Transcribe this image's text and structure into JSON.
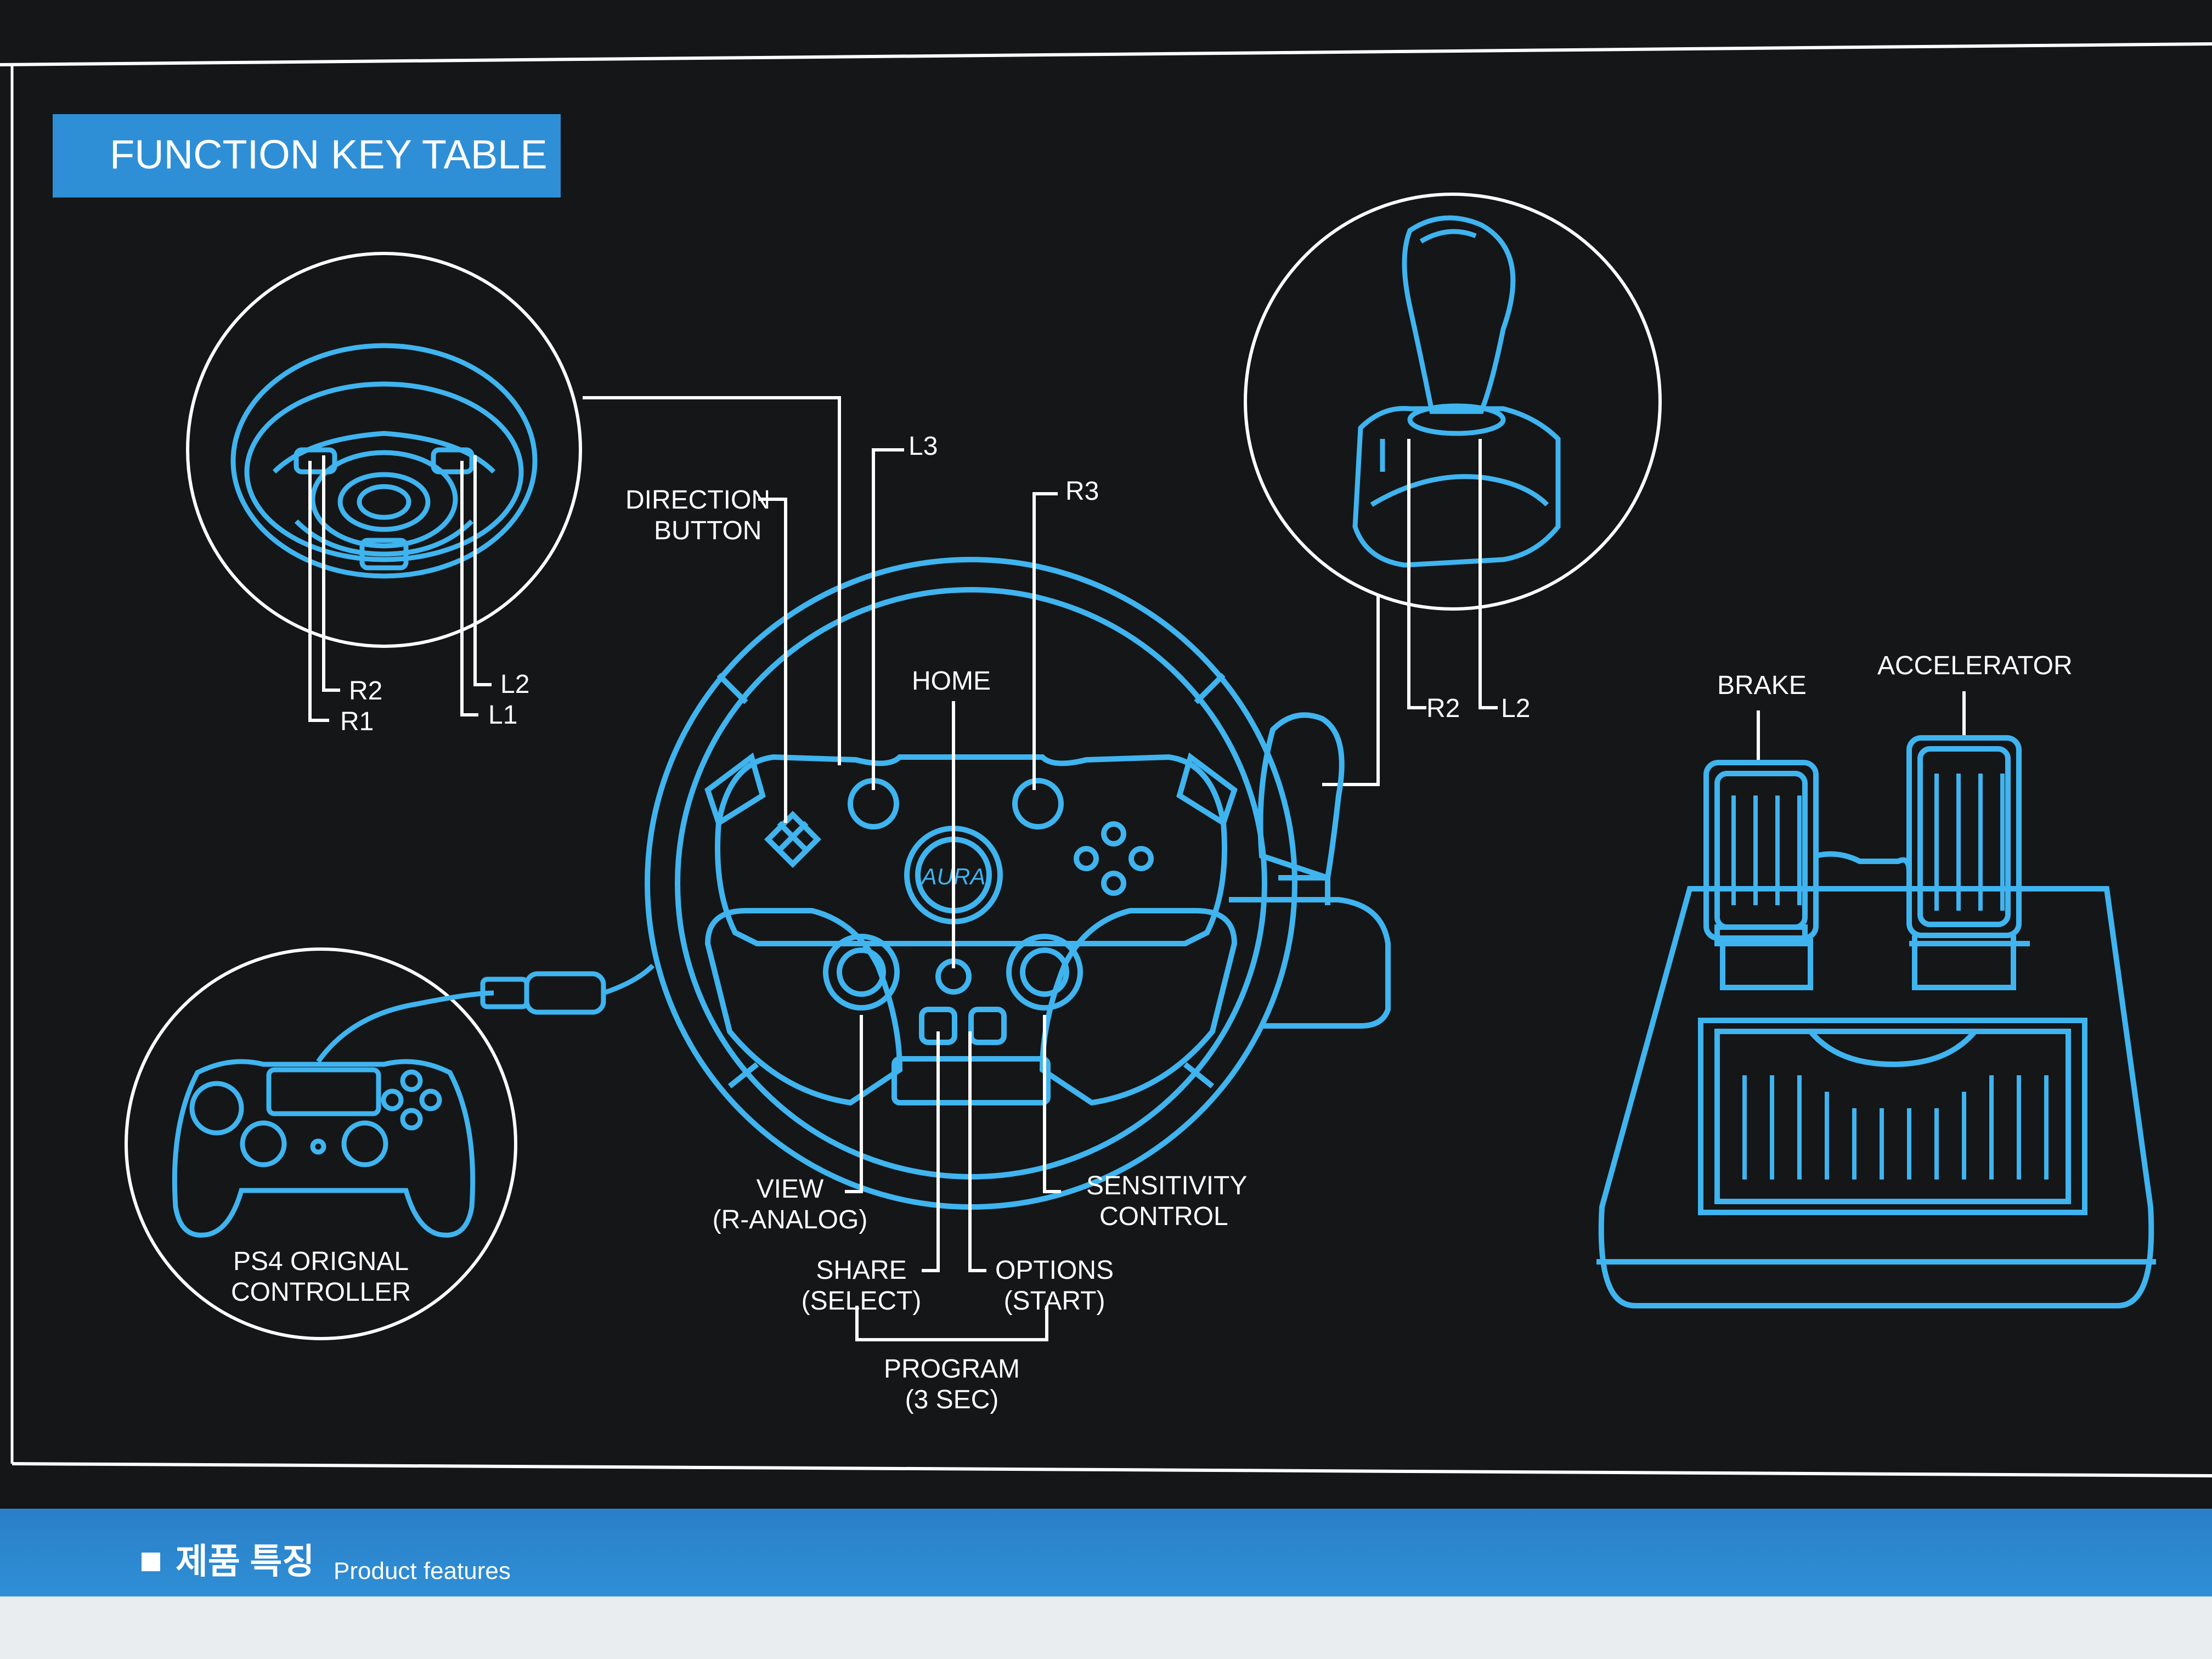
{
  "header": {
    "title": "FUNCTION KEY TABLE"
  },
  "labels": {
    "r2_left": "R2",
    "r1_left": "R1",
    "l2_left": "L2",
    "l1_left": "L1",
    "direction_line1": "DIRECTION",
    "direction_line2": "BUTTON",
    "l3": "L3",
    "r3": "R3",
    "home": "HOME",
    "r2_shifter": "R2",
    "l2_shifter": "L2",
    "brake": "BRAKE",
    "accelerator": "ACCELERATOR",
    "ps4_line1": "PS4 ORIGNAL",
    "ps4_line2": "CONTROLLER",
    "view_line1": "VIEW",
    "view_line2": "(R-ANALOG)",
    "sensitivity_line1": "SENSITIVITY",
    "sensitivity_line2": "CONTROL",
    "share_line1": "SHARE",
    "share_line2": "(SELECT)",
    "options_line1": "OPTIONS",
    "options_line2": "(START)",
    "program_line1": "PROGRAM",
    "program_line2": "(3 SEC)",
    "wheel_logo": "AURA"
  },
  "footer": {
    "section_ko": "제품 특징",
    "section_en": "Product features"
  },
  "colors": {
    "background": "#141618",
    "line_art": "#3fb4ef",
    "label_line": "#ffffff",
    "title_bar": "#2f8fd6"
  }
}
